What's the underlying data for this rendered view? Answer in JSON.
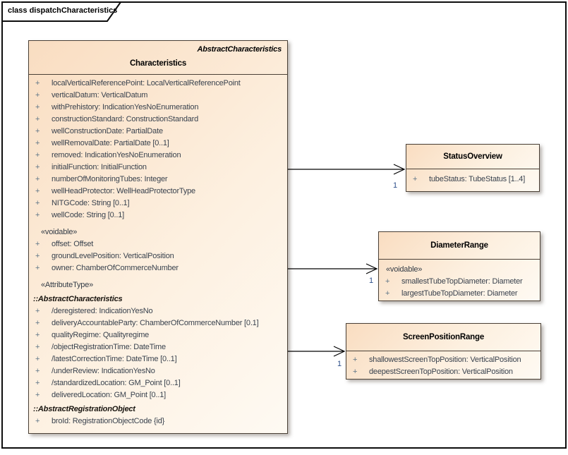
{
  "diagram": {
    "tab_label": "class dispatchCharacteristics"
  },
  "colors": {
    "box_border": "#4a4036",
    "box_fill_start": "#f9ddc1",
    "box_fill_end": "#fefaf3",
    "attribute_text": "#39424e",
    "visibility_plus": "#5d7486",
    "multiplicity_text": "#2d4f8a",
    "connector_line": "#000000",
    "frame_border": "#0d0d0d"
  },
  "classes": [
    {
      "key": "characteristics",
      "header_stereotype": "AbstractCharacteristics",
      "name": "Characteristics",
      "members": [
        {
          "kind": "attr",
          "vis": "+",
          "text": "localVerticalReferencePoint: LocalVerticalReferencePoint"
        },
        {
          "kind": "attr",
          "vis": "+",
          "text": "verticalDatum: VerticalDatum"
        },
        {
          "kind": "attr",
          "vis": "+",
          "text": "withPrehistory: IndicationYesNoEnumeration"
        },
        {
          "kind": "attr",
          "vis": "+",
          "text": "constructionStandard: ConstructionStandard"
        },
        {
          "kind": "attr",
          "vis": "+",
          "text": "wellConstructionDate: PartialDate"
        },
        {
          "kind": "attr",
          "vis": "+",
          "text": "wellRemovalDate: PartialDate [0..1]"
        },
        {
          "kind": "attr",
          "vis": "+",
          "text": "removed: IndicationYesNoEnumeration"
        },
        {
          "kind": "attr",
          "vis": "+",
          "text": "initialFunction: InitialFunction"
        },
        {
          "kind": "attr",
          "vis": "+",
          "text": "numberOfMonitoringTubes: Integer"
        },
        {
          "kind": "attr",
          "vis": "+",
          "text": "wellHeadProtector: WellHeadProtectorType"
        },
        {
          "kind": "attr",
          "vis": "+",
          "text": "NITGCode: String [0..1]"
        },
        {
          "kind": "attr",
          "vis": "+",
          "text": "wellCode: String [0..1]"
        },
        {
          "kind": "stereotype",
          "text": "«voidable»"
        },
        {
          "kind": "attr",
          "vis": "+",
          "text": "offset: Offset"
        },
        {
          "kind": "attr",
          "vis": "+",
          "text": "groundLevelPosition: VerticalPosition"
        },
        {
          "kind": "attr",
          "vis": "+",
          "text": "owner: ChamberOfCommerceNumber"
        },
        {
          "kind": "stereotype",
          "text": "«AttributeType»"
        },
        {
          "kind": "classifier",
          "text": "::AbstractCharacteristics"
        },
        {
          "kind": "attr",
          "vis": "+",
          "text": "/deregistered: IndicationYesNo"
        },
        {
          "kind": "attr",
          "vis": "+",
          "text": "deliveryAccountableParty: ChamberOfCommerceNumber [0.1]"
        },
        {
          "kind": "attr",
          "vis": "+",
          "text": "qualityRegime: Qualityregime"
        },
        {
          "kind": "attr",
          "vis": "+",
          "text": "/objectRegistrationTime: DateTime"
        },
        {
          "kind": "attr",
          "vis": "+",
          "text": "/latestCorrectionTime: DateTime [0..1]"
        },
        {
          "kind": "attr",
          "vis": "+",
          "text": "/underReview: IndicationYesNo"
        },
        {
          "kind": "attr",
          "vis": "+",
          "text": "/standardizedLocation: GM_Point [0..1]"
        },
        {
          "kind": "attr",
          "vis": "+",
          "text": "deliveredLocation: GM_Point [0..1]"
        },
        {
          "kind": "classifier",
          "text": "::AbstractRegistrationObject"
        },
        {
          "kind": "attr",
          "vis": "+",
          "text": "broId: RegistrationObjectCode {id}"
        }
      ]
    },
    {
      "key": "status-overview",
      "name": "StatusOverview",
      "members": [
        {
          "kind": "attr",
          "vis": "+",
          "text": "tubeStatus: TubeStatus [1..4]"
        }
      ]
    },
    {
      "key": "diameter-range",
      "name": "DiameterRange",
      "members": [
        {
          "kind": "stereotype",
          "text": "«voidable»"
        },
        {
          "kind": "attr",
          "vis": "+",
          "text": "smallestTubeTopDiameter: Diameter"
        },
        {
          "kind": "attr",
          "vis": "+",
          "text": "largestTubeTopDiameter: Diameter"
        }
      ]
    },
    {
      "key": "screen-position-range",
      "name": "ScreenPositionRange",
      "members": [
        {
          "kind": "attr",
          "vis": "+",
          "text": "shallowestScreenTopPosition: VerticalPosition"
        },
        {
          "kind": "attr",
          "vis": "+",
          "text": "deepestScreenTopPosition: VerticalPosition"
        }
      ]
    }
  ],
  "connectors": [
    {
      "from": "Characteristics",
      "to": "StatusOverview",
      "multiplicity": "1"
    },
    {
      "from": "Characteristics",
      "to": "DiameterRange",
      "multiplicity": "1"
    },
    {
      "from": "Characteristics",
      "to": "ScreenPositionRange",
      "multiplicity": "1"
    }
  ]
}
